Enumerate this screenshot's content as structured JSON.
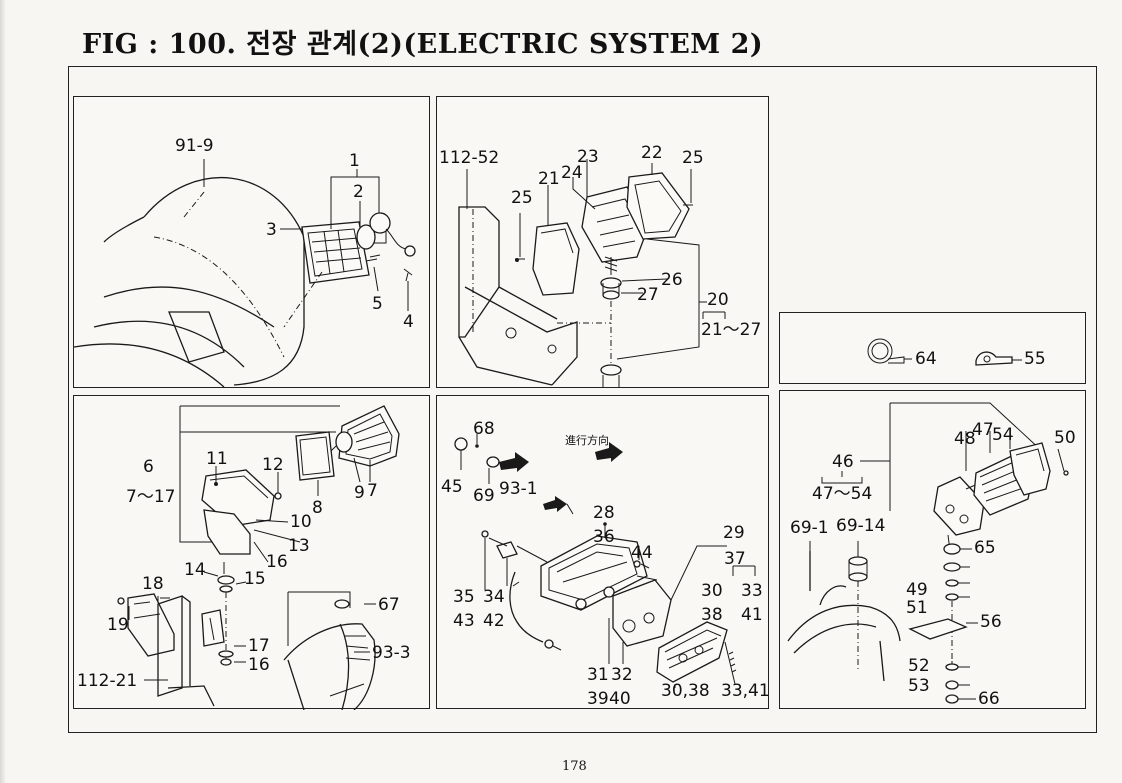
{
  "title": "FIG : 100. 전장 관계(2)(ELECTRIC SYSTEM 2)",
  "page_number": "178",
  "panels": {
    "headlight": {
      "labels": [
        "91-9",
        "1",
        "2",
        "3",
        "5",
        "4"
      ]
    },
    "turn_lamp": {
      "labels": [
        "112-52",
        "23",
        "22",
        "25",
        "21",
        "24",
        "25",
        "26",
        "27",
        "20",
        "21～27"
      ]
    },
    "clips": {
      "labels": [
        "64",
        "55"
      ]
    },
    "work_lamp": {
      "labels": [
        "6",
        "7～17",
        "11",
        "12",
        "10",
        "13",
        "8",
        "9",
        "7",
        "16",
        "14",
        "15",
        "18",
        "19",
        "17",
        "16",
        "112-21",
        "67",
        "93-3"
      ]
    },
    "tail_lamp": {
      "labels": [
        "68",
        "45",
        "69",
        "93-1",
        "進行方向",
        "28",
        "36",
        "44",
        "29",
        "37",
        "35",
        "43",
        "34",
        "42",
        "30",
        "38",
        "33",
        "41",
        "31",
        "39",
        "32",
        "40",
        "30,38",
        "33,41"
      ]
    },
    "rear_lamp": {
      "labels": [
        "46",
        "47～54",
        "48",
        "47",
        "54",
        "50",
        "69-1",
        "69-14",
        "65",
        "49",
        "51",
        "56",
        "52",
        "53",
        "66"
      ]
    }
  },
  "icons": {
    "direction_arrow": "hatched-arrow-icon"
  }
}
